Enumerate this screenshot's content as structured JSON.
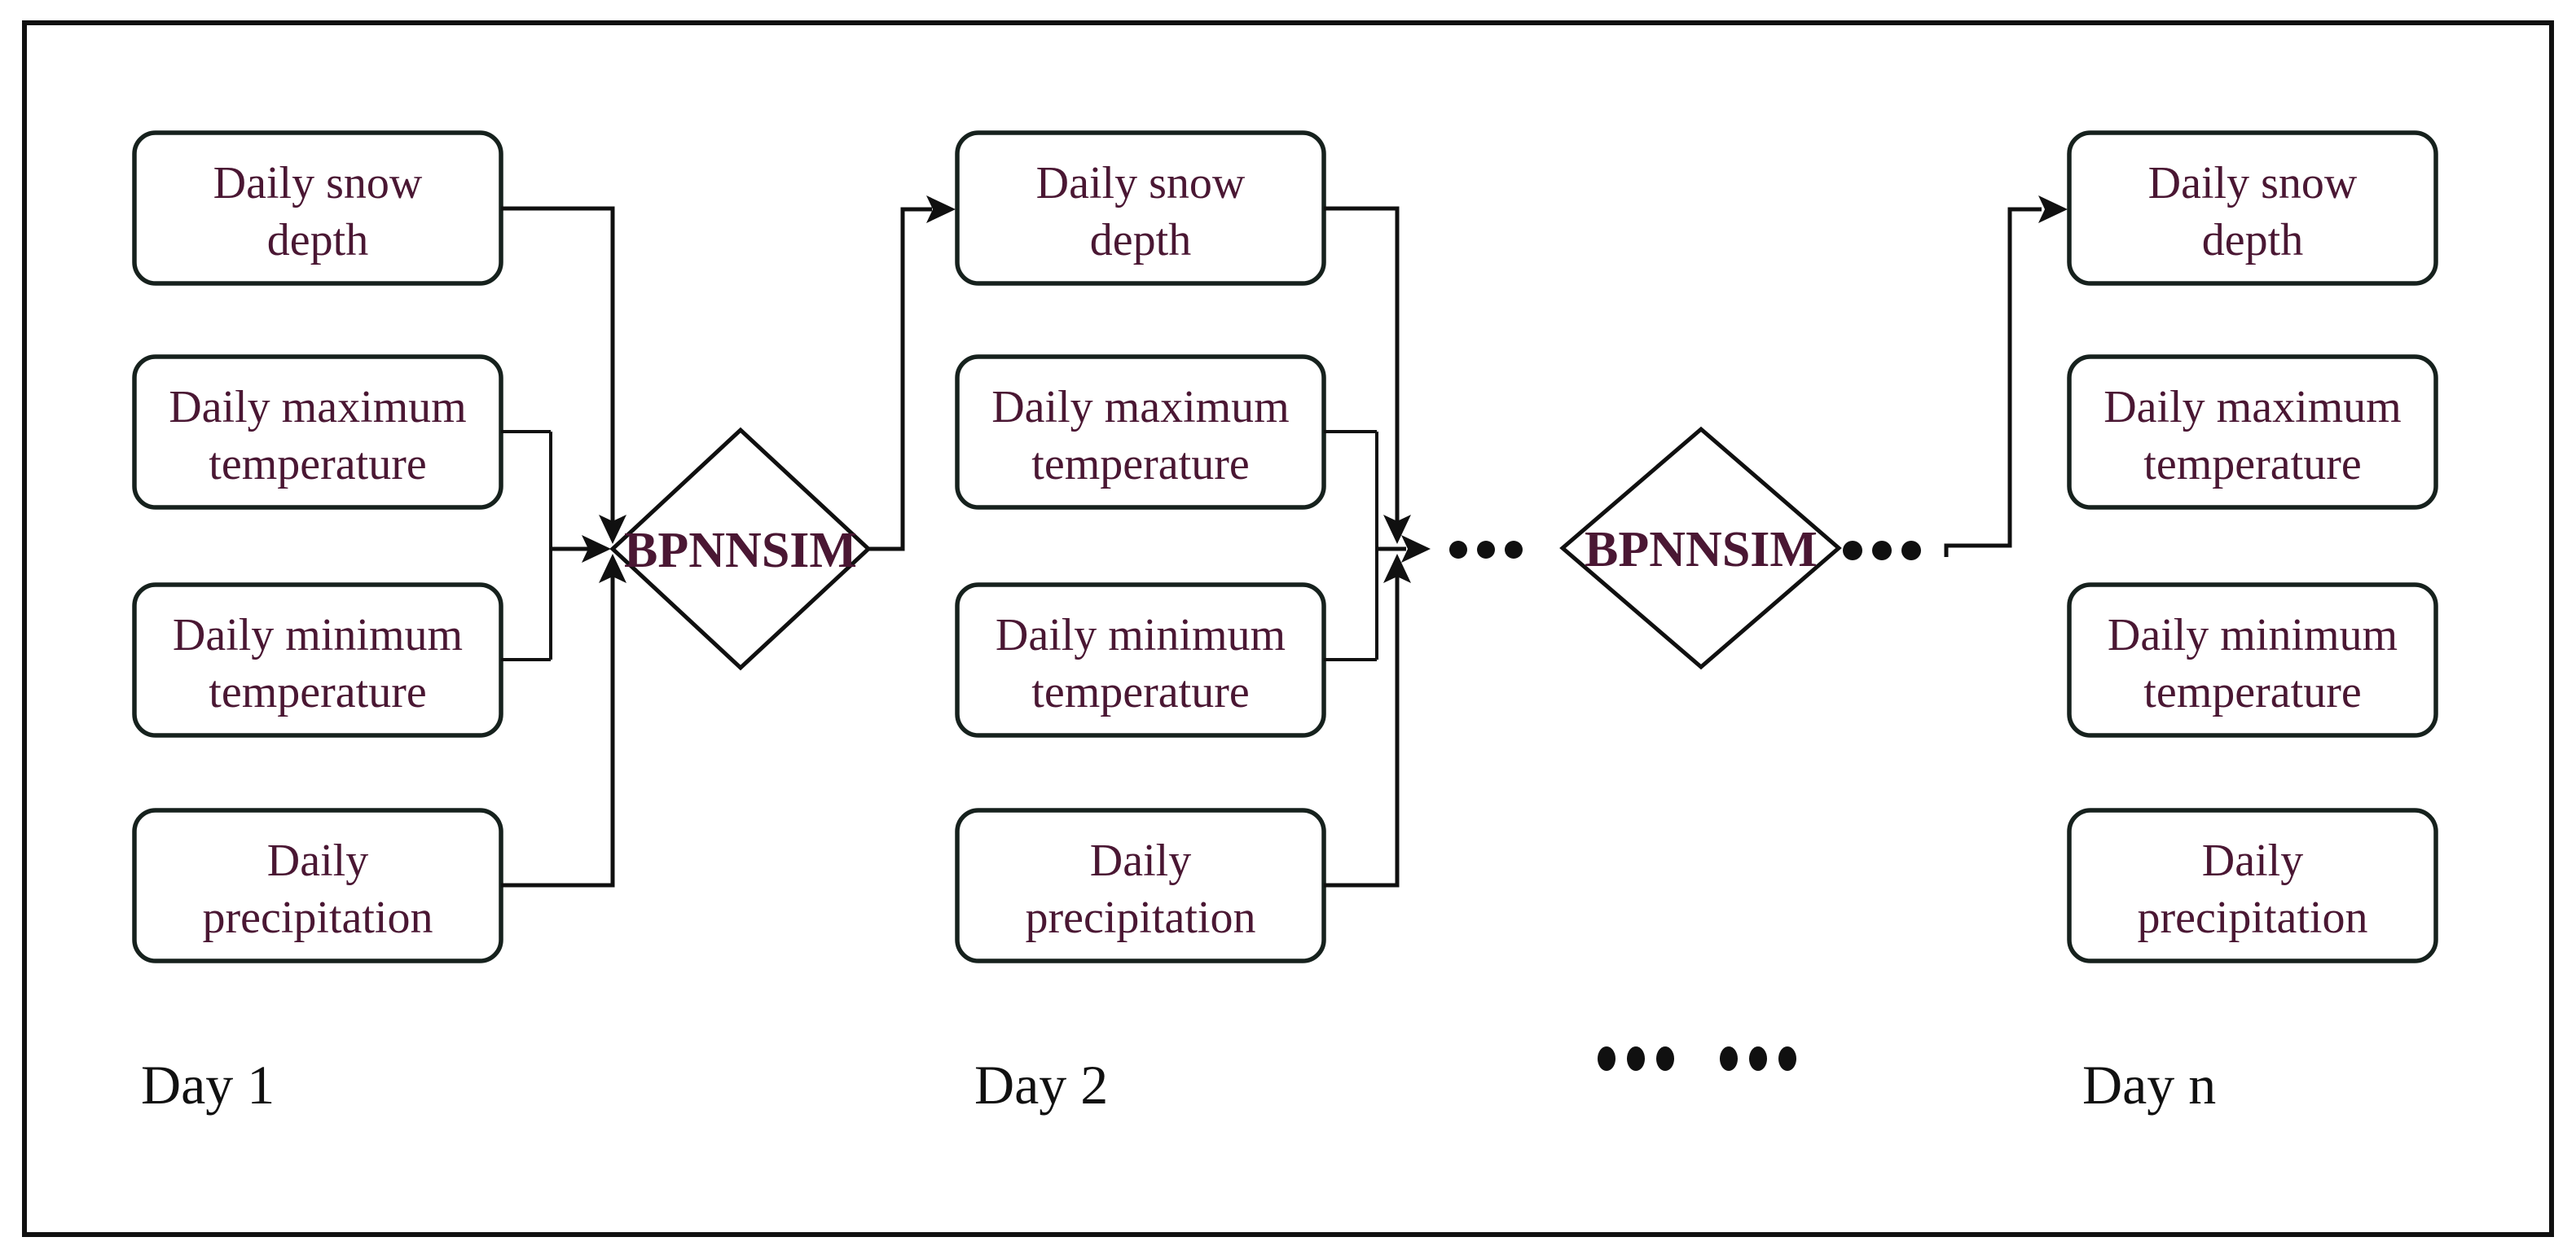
{
  "colors": {
    "ink": "#101010",
    "box_border": "#16211d",
    "accent_text": "#4a1733",
    "day_text": "#111111"
  },
  "columns": [
    {
      "label": "Day 1",
      "boxes": [
        [
          "Daily snow",
          "depth"
        ],
        [
          "Daily maximum",
          "temperature"
        ],
        [
          "Daily minimum",
          "temperature"
        ],
        [
          "Daily",
          "precipitation"
        ]
      ]
    },
    {
      "label": "Day 2",
      "boxes": [
        [
          "Daily snow",
          "depth"
        ],
        [
          "Daily maximum",
          "temperature"
        ],
        [
          "Daily minimum",
          "temperature"
        ],
        [
          "Daily",
          "precipitation"
        ]
      ]
    },
    {
      "label": "Day n",
      "boxes": [
        [
          "Daily snow",
          "depth"
        ],
        [
          "Daily maximum",
          "temperature"
        ],
        [
          "Daily minimum",
          "temperature"
        ],
        [
          "Daily",
          "precipitation"
        ]
      ]
    }
  ],
  "processors": [
    {
      "label": "BPNNSIM"
    },
    {
      "label": "BPNNSIM"
    }
  ]
}
